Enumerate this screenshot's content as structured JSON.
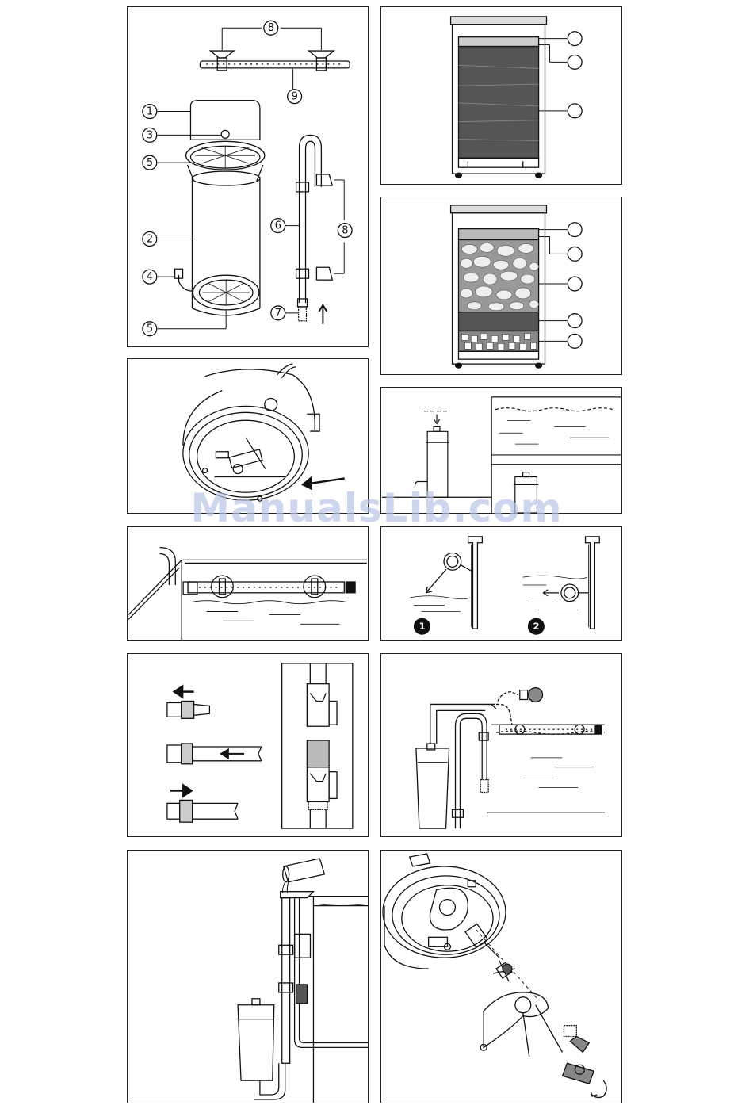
{
  "watermark": "ManualsLib.com",
  "panel1": {
    "labels": {
      "n1": "1",
      "n2": "2",
      "n3": "3",
      "n4": "4",
      "n5a": "5",
      "n5b": "5",
      "n6": "6",
      "n7": "7",
      "n8a": "8",
      "n8b": "8",
      "n9": "9"
    }
  },
  "panel7": {
    "badges": {
      "b1": "1",
      "b2": "2"
    }
  }
}
